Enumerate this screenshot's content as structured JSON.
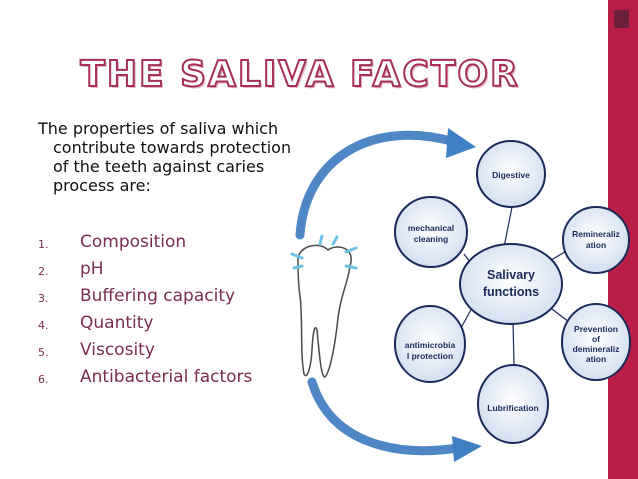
{
  "title": "THE SALIVA FACTOR",
  "intro": "The properties of saliva which contribute towards protection of the teeth against caries process are:",
  "properties": [
    {
      "num": "1.",
      "label": "Composition"
    },
    {
      "num": "2.",
      "label": "pH"
    },
    {
      "num": "3.",
      "label": "Buffering capacity"
    },
    {
      "num": "4.",
      "label": "Quantity"
    },
    {
      "num": "5.",
      "label": "Viscosity"
    },
    {
      "num": "6.",
      "label": "Antibacterial factors"
    }
  ],
  "diagram": {
    "center": [
      "Salivary",
      "functions"
    ],
    "nodes": [
      {
        "lines": [
          "Digestive"
        ]
      },
      {
        "lines": [
          "Remineraliz",
          "ation"
        ]
      },
      {
        "lines": [
          "Prevention",
          "of",
          "demineraliz",
          "ation"
        ]
      },
      {
        "lines": [
          "Lubrification"
        ]
      },
      {
        "lines": [
          "antimicrobia",
          "l protection"
        ]
      },
      {
        "lines": [
          "mechanical",
          "cleaning"
        ]
      }
    ]
  },
  "colors": {
    "accent": "#b81e45",
    "title_outline": "#a62f57",
    "list_text": "#7b2c54",
    "node_border": "#1a2a5a",
    "node_fill": "#dde8f5",
    "arrow": "#4f86c6"
  }
}
